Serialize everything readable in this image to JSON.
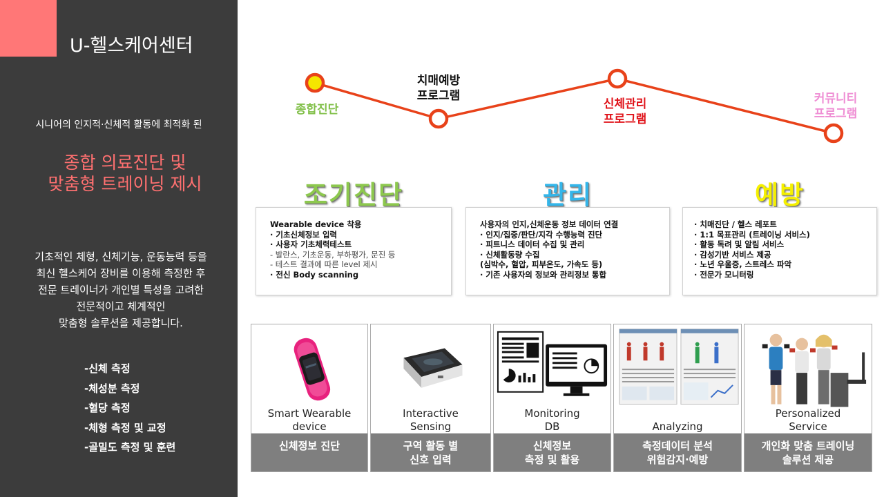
{
  "colors": {
    "panel_bg": "#3c3c3c",
    "accent": "#ff7777",
    "headline": "#ff7070",
    "timeline_line": "#e8421a",
    "early_green": "#8dc84e",
    "manage_blue": "#34b6ea",
    "prevent_yellow": "#f5f000",
    "milestone_start_fill": "#f5e600",
    "label_green": "#82c04a",
    "label_red": "#e0141b",
    "label_pink": "#ef8ed4",
    "card_label_bg": "#7f7f7f"
  },
  "sidebar": {
    "title": "U-헬스케어센터",
    "subtitle": "시니어의 인지적·신체적 활동에 최적화 된",
    "headline": [
      "종합 의료진단 및",
      "맞춤형 트레이닝 제시"
    ],
    "description": [
      "기초적인 체형, 신체기능, 운동능력 등을",
      "최신 헬스케어 장비를 이용해 측정한 후",
      "전문 트레이너가 개인별 특성을 고려한",
      "전문적이고 체계적인",
      "맞춤형 솔루션을 제공합니다."
    ],
    "features": [
      "-신체 측정",
      "-체성분 측정",
      "-혈당 측정",
      "-체형 측정 및 교정",
      "-골밀도 측정 및 훈련"
    ]
  },
  "timeline": {
    "milestones": [
      {
        "lines": [
          "종합진단"
        ],
        "color": "#82c04a"
      },
      {
        "lines": [
          "치매예방",
          "프로그램"
        ],
        "color": "#111111"
      },
      {
        "lines": [
          "신체관리",
          "프로그램"
        ],
        "color": "#e0141b"
      },
      {
        "lines": [
          "커뮤니티",
          "프로그램"
        ],
        "color": "#ef8ed4"
      }
    ]
  },
  "stages": [
    {
      "heading": "조기진단",
      "color": "#8dc84e",
      "lines": [
        {
          "text": "  Wearable device 착용",
          "sub": false
        },
        {
          "text": "· 기초신체정보 입력",
          "sub": false
        },
        {
          "text": "· 사용자 기초체력테스트",
          "sub": false
        },
        {
          "text": "   - 발란스, 기초운동, 부하평가, 문진 등",
          "sub": true
        },
        {
          "text": "   - 테스트 결과에 따른 level 제시",
          "sub": true
        },
        {
          "text": "·  전신 Body scanning",
          "sub": false
        }
      ]
    },
    {
      "heading": "관리",
      "color": "#34b6ea",
      "lines": [
        {
          "text": "   사용자의 인지,신체운동 정보 데이터 연결",
          "sub": false
        },
        {
          "text": "· 인지/집중/판단/지각 수행능력 진단",
          "sub": false
        },
        {
          "text": "· 피트니스 데이터 수집 및 관리",
          "sub": false
        },
        {
          "text": "· 신체활동량 수집",
          "sub": false
        },
        {
          "text": "  (심박수, 혈압, 피부온도, 가속도 등)",
          "sub": false
        },
        {
          "text": "· 기존 사용자의 정보와 관리정보 통합",
          "sub": false
        }
      ]
    },
    {
      "heading": "예방",
      "color": "#f5f000",
      "lines": [
        {
          "text": "· 치매진단 / 헬스 레포트",
          "sub": false
        },
        {
          "text": "· 1:1 목표관리 (트레이닝 서비스)",
          "sub": false
        },
        {
          "text": "· 활동 독려 및 알림 서비스",
          "sub": false
        },
        {
          "text": "· 감성기반 서비스 제공",
          "sub": false
        },
        {
          "text": "· 노년 우울증, 스트레스 파악",
          "sub": false
        },
        {
          "text": "· 전문가 모니터링",
          "sub": false
        }
      ]
    }
  ],
  "cards": [
    {
      "en": [
        "Smart Wearable",
        "device"
      ],
      "ko": [
        "신체정보 진단"
      ],
      "icon": "smart-band-image"
    },
    {
      "en": [
        "Interactive",
        "Sensing"
      ],
      "ko": [
        "구역 활동 별",
        "신호 입력"
      ],
      "icon": "sensor-device-image"
    },
    {
      "en": [
        "Monitoring",
        "DB"
      ],
      "ko": [
        "신체정보",
        "측정 및 활용"
      ],
      "icon": "monitor-report-image"
    },
    {
      "en": [
        "Analyzing"
      ],
      "ko": [
        "측정데이터 분석",
        "위험감지·예방"
      ],
      "icon": "analysis-screens-image"
    },
    {
      "en": [
        "Personalized",
        "Service"
      ],
      "ko": [
        "개인화 맞춤 트레이닝",
        "솔루션 제공"
      ],
      "icon": "seniors-exercising-image"
    }
  ]
}
